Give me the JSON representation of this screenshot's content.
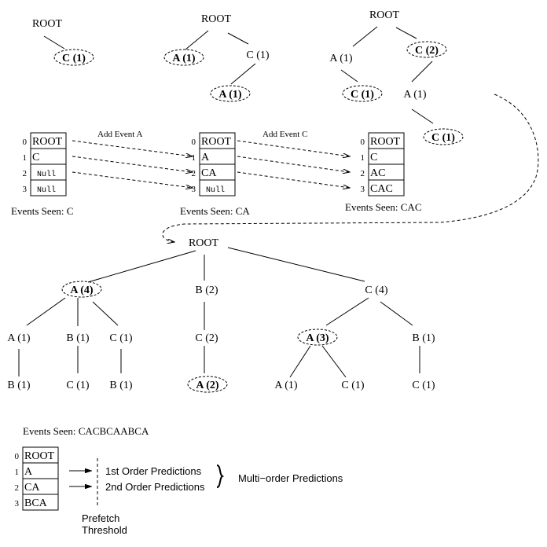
{
  "colors": {
    "ink": "#000000",
    "background": "#ffffff"
  },
  "trees": {
    "tree1": {
      "root": "ROOT",
      "nodes": [
        {
          "id": "t1-c",
          "label": "C (1)",
          "parent": "root",
          "highlighted": true
        }
      ]
    },
    "tree2": {
      "root": "ROOT",
      "nodes": [
        {
          "id": "t2-a",
          "label": "A (1)",
          "parent": "root",
          "highlighted": true
        },
        {
          "id": "t2-c",
          "label": "C (1)",
          "parent": "root",
          "highlighted": false
        },
        {
          "id": "t2-ca",
          "label": "A (1)",
          "parent": "t2-c",
          "highlighted": true
        }
      ]
    },
    "tree3": {
      "root": "ROOT",
      "nodes": [
        {
          "id": "t3-a",
          "label": "A (1)",
          "parent": "root",
          "highlighted": false
        },
        {
          "id": "t3-c",
          "label": "C (2)",
          "parent": "root",
          "highlighted": true
        },
        {
          "id": "t3-ac",
          "label": "C (1)",
          "parent": "t3-a",
          "highlighted": true
        },
        {
          "id": "t3-ca",
          "label": "A (1)",
          "parent": "t3-c",
          "highlighted": false
        },
        {
          "id": "t3-cac",
          "label": "C (1)",
          "parent": "t3-ca",
          "highlighted": true
        }
      ]
    },
    "big_tree": {
      "root": "ROOT",
      "nodes": [
        {
          "id": "b-a",
          "label": "A (4)",
          "parent": "root",
          "highlighted": true
        },
        {
          "id": "b-b",
          "label": "B (2)",
          "parent": "root",
          "highlighted": false
        },
        {
          "id": "b-c",
          "label": "C (4)",
          "parent": "root",
          "highlighted": false
        },
        {
          "id": "b-aa",
          "label": "A (1)",
          "parent": "b-a",
          "highlighted": false
        },
        {
          "id": "b-ab",
          "label": "B (1)",
          "parent": "b-a",
          "highlighted": false
        },
        {
          "id": "b-ac",
          "label": "C (1)",
          "parent": "b-a",
          "highlighted": false
        },
        {
          "id": "b-bc",
          "label": "C (2)",
          "parent": "b-b",
          "highlighted": false
        },
        {
          "id": "b-ca",
          "label": "A (3)",
          "parent": "b-c",
          "highlighted": true
        },
        {
          "id": "b-cb",
          "label": "B (1)",
          "parent": "b-c",
          "highlighted": false
        },
        {
          "id": "b-aab",
          "label": "B (1)",
          "parent": "b-aa",
          "highlighted": false
        },
        {
          "id": "b-abc",
          "label": "C (1)",
          "parent": "b-ab",
          "highlighted": false
        },
        {
          "id": "b-acb",
          "label": "B (1)",
          "parent": "b-ac",
          "highlighted": false
        },
        {
          "id": "b-bca",
          "label": "A (2)",
          "parent": "b-bc",
          "highlighted": true
        },
        {
          "id": "b-caa",
          "label": "A (1)",
          "parent": "b-ca",
          "highlighted": false
        },
        {
          "id": "b-cac",
          "label": "C (1)",
          "parent": "b-ca",
          "highlighted": false
        },
        {
          "id": "b-cbc",
          "label": "C (1)",
          "parent": "b-cb",
          "highlighted": false
        }
      ]
    }
  },
  "tables": [
    {
      "id": "table1",
      "rows": [
        {
          "index": "0",
          "value": "ROOT",
          "mono": false
        },
        {
          "index": "1",
          "value": "C",
          "mono": false
        },
        {
          "index": "2",
          "value": "Null",
          "mono": true
        },
        {
          "index": "3",
          "value": "Null",
          "mono": true
        }
      ],
      "caption": "Events Seen: C"
    },
    {
      "id": "table2",
      "rows": [
        {
          "index": "0",
          "value": "ROOT",
          "mono": false
        },
        {
          "index": "1",
          "value": "A",
          "mono": false
        },
        {
          "index": "2",
          "value": "CA",
          "mono": false
        },
        {
          "index": "3",
          "value": "Null",
          "mono": true
        }
      ],
      "caption": "Events Seen: CA"
    },
    {
      "id": "table3",
      "rows": [
        {
          "index": "0",
          "value": "ROOT",
          "mono": false
        },
        {
          "index": "1",
          "value": "C",
          "mono": false
        },
        {
          "index": "2",
          "value": "AC",
          "mono": false
        },
        {
          "index": "3",
          "value": "CAC",
          "mono": false
        }
      ],
      "caption": "Events Seen: CAC"
    },
    {
      "id": "table4",
      "rows": [
        {
          "index": "0",
          "value": "ROOT",
          "mono": false
        },
        {
          "index": "1",
          "value": "A",
          "mono": false
        },
        {
          "index": "2",
          "value": "CA",
          "mono": false
        },
        {
          "index": "3",
          "value": "BCA",
          "mono": false
        }
      ],
      "caption": "Events Seen: CACBCAABCA"
    }
  ],
  "transitions": [
    {
      "label": "Add Event A"
    },
    {
      "label": "Add Event C"
    }
  ],
  "predictions": {
    "first_order": "1st Order Predictions",
    "second_order": "2nd Order Predictions",
    "multi_order": "Multi−order Predictions",
    "threshold_line1": "Prefetch",
    "threshold_line2": "Threshold"
  }
}
